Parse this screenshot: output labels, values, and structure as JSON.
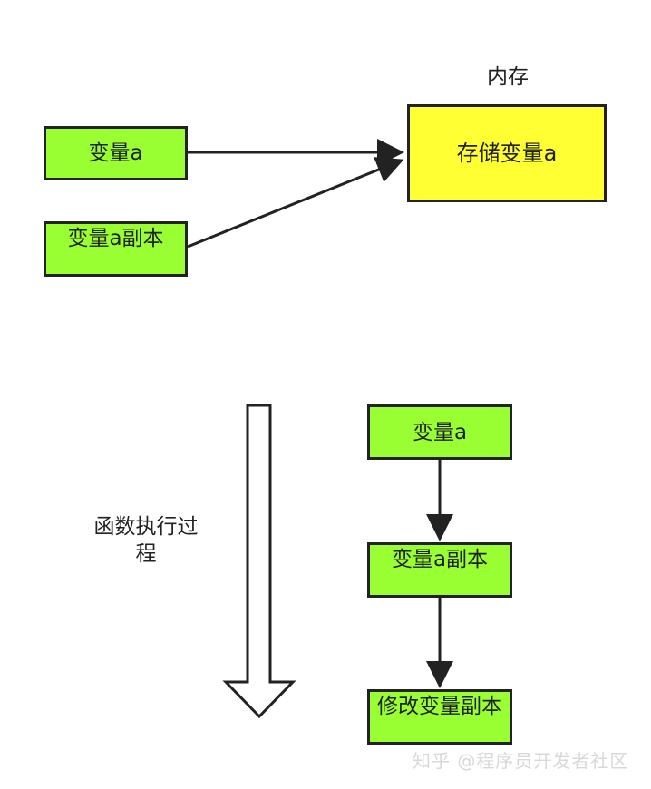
{
  "diagram": {
    "memory_title": "内存",
    "memory_box": "存储变量a",
    "top_var": "变量a",
    "top_var_copy": "变量a副本",
    "process_label": "函数执行过程",
    "flow": {
      "step1": "变量a",
      "step2": "变量a副本",
      "step3": "修改变量副本"
    }
  },
  "colors": {
    "green": "#99ff33",
    "yellow": "#ffff33",
    "stroke": "#222222"
  },
  "watermark": "知乎 @程序员开发者社区"
}
